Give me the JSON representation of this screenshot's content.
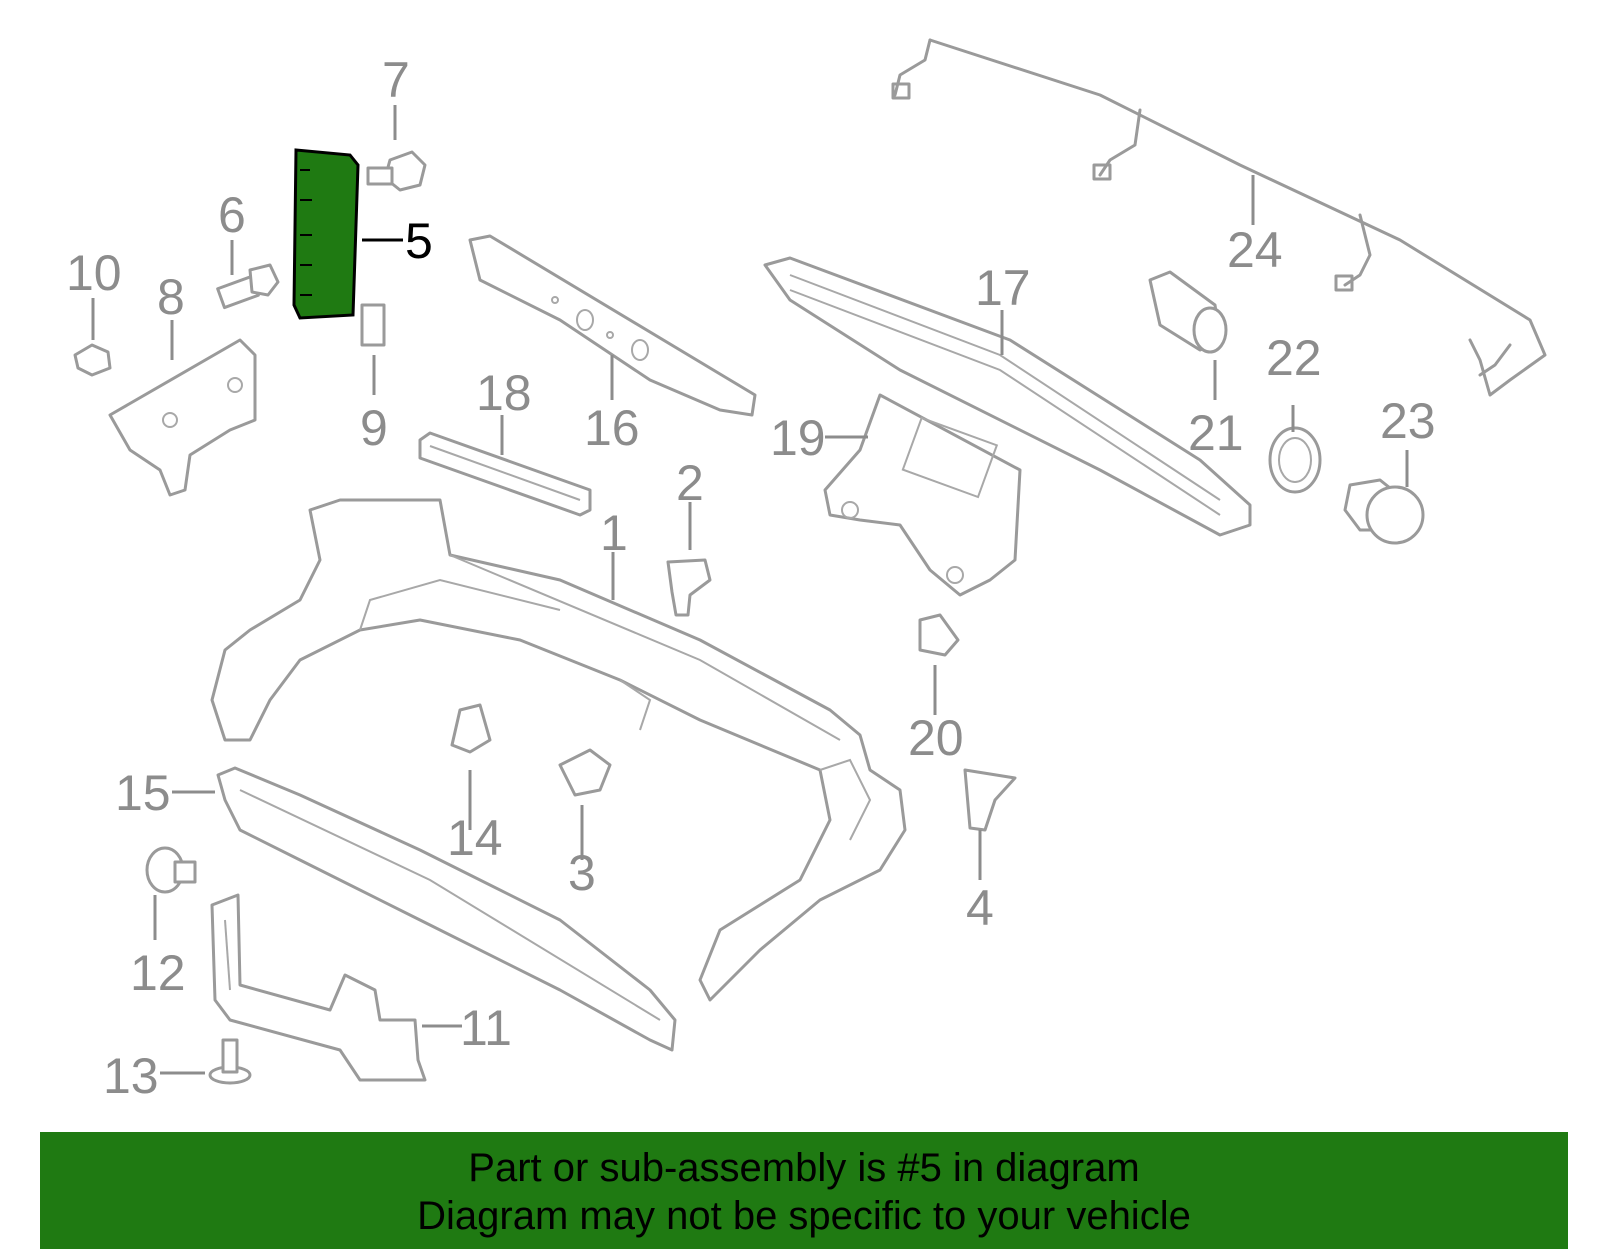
{
  "diagram": {
    "highlighted_part": "5",
    "highlight_color": "#1f7a12",
    "callouts": [
      "1",
      "2",
      "3",
      "4",
      "5",
      "6",
      "7",
      "8",
      "9",
      "10",
      "11",
      "12",
      "13",
      "14",
      "15",
      "16",
      "17",
      "18",
      "19",
      "20",
      "21",
      "22",
      "23",
      "24"
    ]
  },
  "banner": {
    "line1": "Part or sub-assembly is #5 in diagram",
    "line2": "Diagram may not be specific to your vehicle",
    "background": "#1f7a12"
  }
}
